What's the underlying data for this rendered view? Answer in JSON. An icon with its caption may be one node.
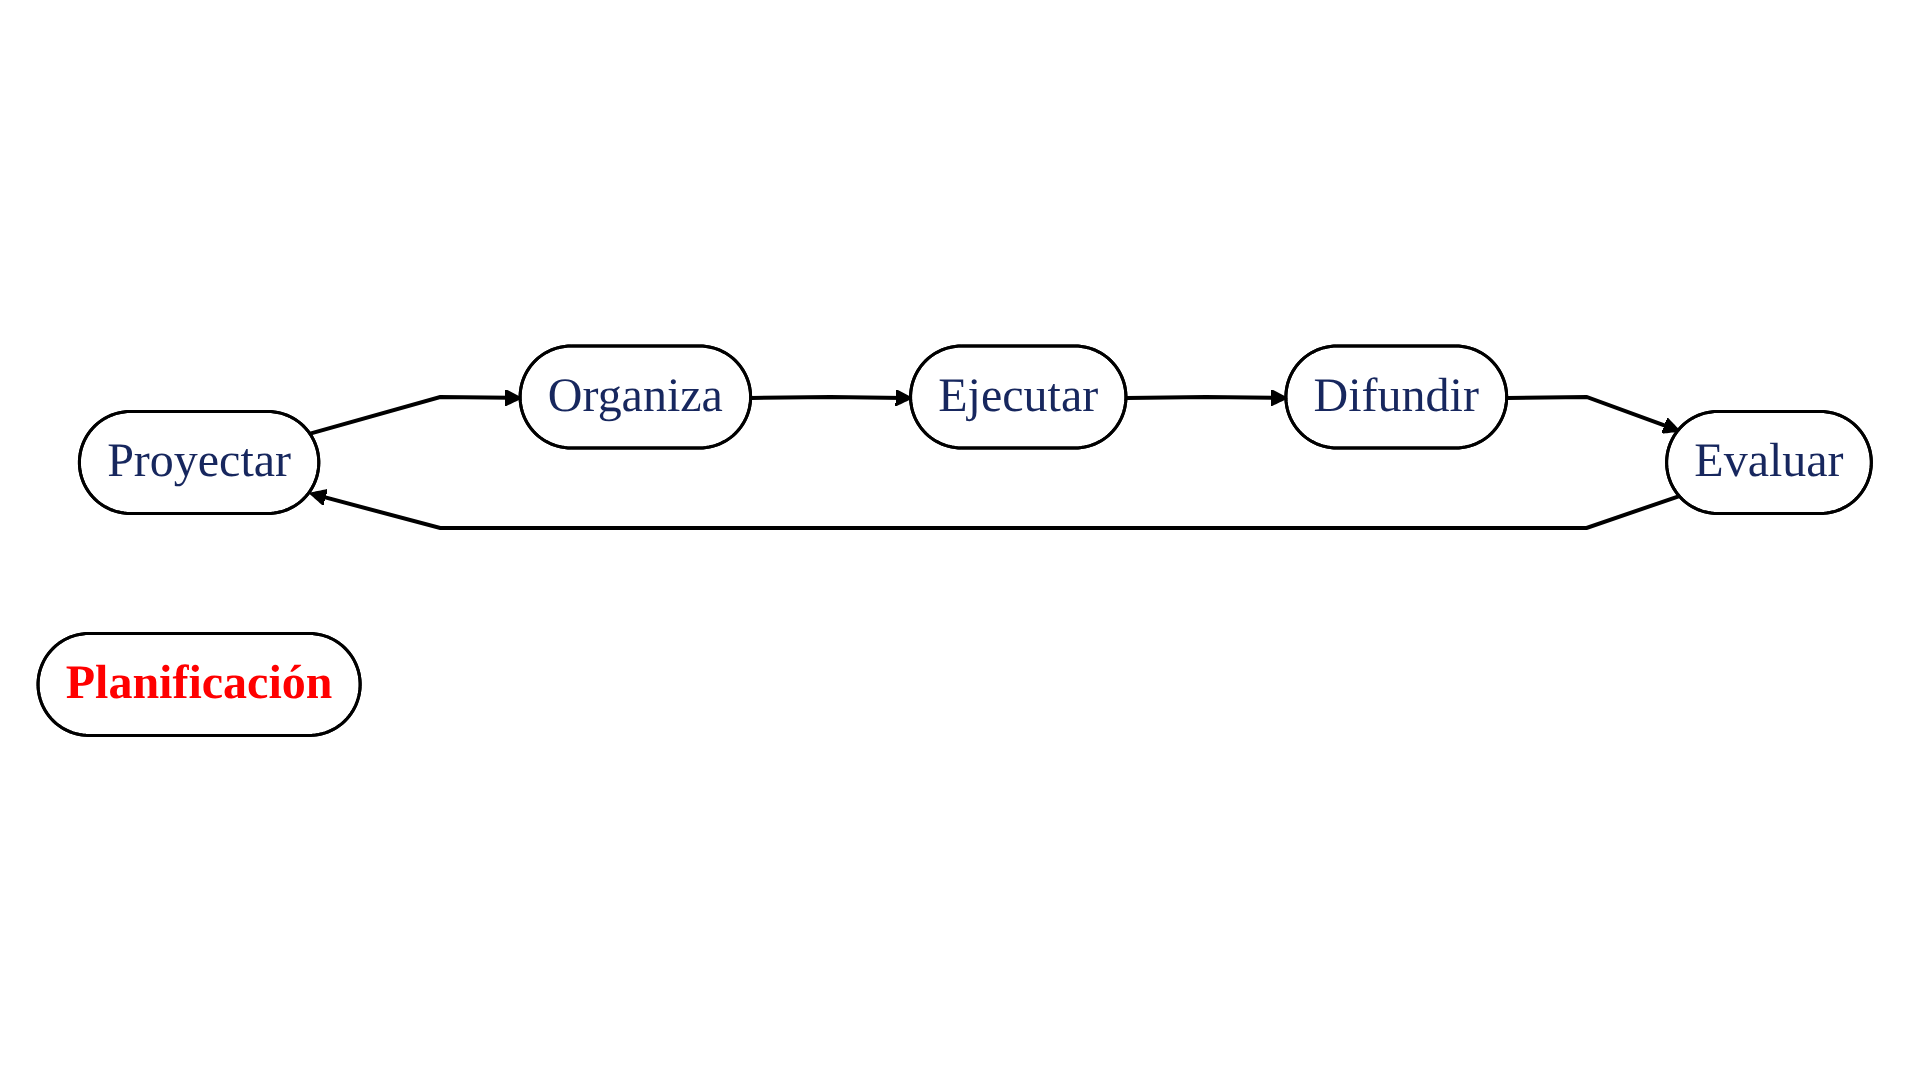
{
  "diagram": {
    "nodes": [
      {
        "text": [
          "Proyectar"
        ]
      },
      {
        "text": [
          "Organiza"
        ]
      },
      {
        "text": [
          "Evaluar"
        ]
      },
      {
        "text": [
          "Planificación"
        ]
      },
      {
        "text": [
          "Difundir"
        ]
      },
      {
        "text": [
          "Ejecutar"
        ]
      }
    ],
    "edges": [
      {
        "from": 0,
        "to": 1,
        "arrow": "to"
      },
      {
        "from": 1,
        "to": 5,
        "arrow": "to"
      },
      {
        "from": 5,
        "to": 4,
        "arrow": "to"
      },
      {
        "from": 4,
        "to": 2,
        "arrow": "to"
      },
      {
        "from": 2,
        "to": 0,
        "arrow": "to"
      }
    ]
  }
}
